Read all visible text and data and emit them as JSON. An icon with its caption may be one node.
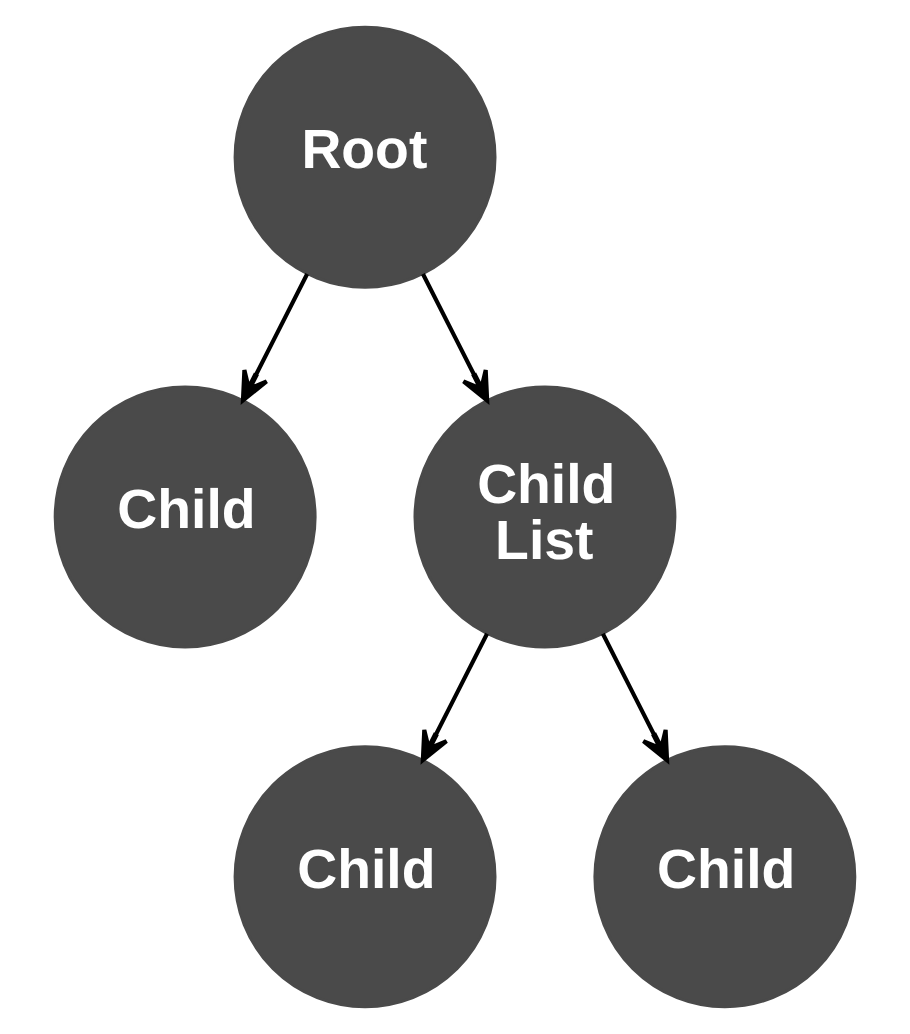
{
  "diagram": {
    "nodes": [
      {
        "text": [
          "Root"
        ]
      },
      {
        "text": [
          "Child"
        ]
      },
      {
        "text": [
          "Child List"
        ]
      },
      {
        "text": [
          "Child"
        ]
      },
      {
        "text": [
          "Child"
        ]
      }
    ],
    "edges": [
      {
        "from": 0,
        "to": 1,
        "arrow": "to"
      },
      {
        "from": 0,
        "to": 2,
        "arrow": "to"
      },
      {
        "from": 2,
        "to": 3,
        "arrow": "to"
      },
      {
        "from": 2,
        "to": 4,
        "arrow": "to"
      }
    ]
  }
}
